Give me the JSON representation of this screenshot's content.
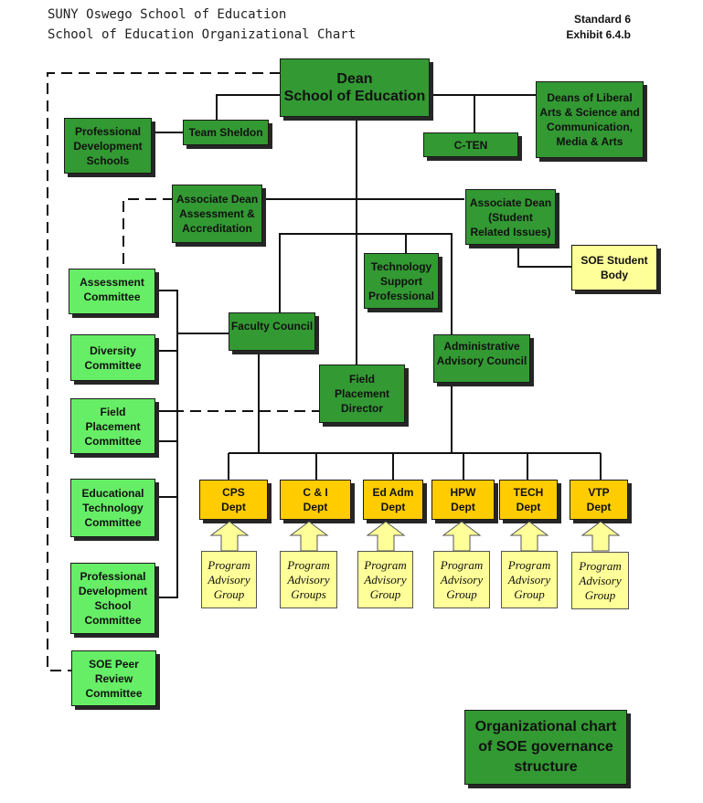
{
  "header": {
    "line1": "SUNY Oswego School of Education",
    "line2": "School of Education Organizational Chart",
    "standard": "Standard 6",
    "exhibit": "Exhibit 6.4.b"
  },
  "colors": {
    "dark_green": "#339933",
    "light_green": "#66ee66",
    "dept_yellow": "#ffcc00",
    "pale_yellow": "#ffff99"
  },
  "nodes": {
    "dean": "Dean\nSchool of Education",
    "deans_liberal_arts": "Deans of Liberal\nArts & Science and\nCommunication,\nMedia & Arts",
    "prof_dev_schools": "Professional\nDevelopment\nSchools",
    "team_sheldon": "Team Sheldon",
    "c_ten": "C-TEN",
    "assoc_dean_assessment": "Associate Dean\nAssessment &\nAccreditation",
    "assoc_dean_student": "Associate Dean\n(Student\nRelated Issues)",
    "soe_student_body": "SOE Student\nBody",
    "tech_support": "Technology\nSupport\nProfessional",
    "faculty_council": "Faculty Council",
    "admin_advisory": "Administrative\nAdvisory Council",
    "field_placement_director": "Field\nPlacement\nDirector",
    "assessment_committee": "Assessment\nCommittee",
    "diversity_committee": "Diversity\nCommittee",
    "field_placement_committee": "Field\nPlacement\nCommittee",
    "ed_tech_committee": "Educational\nTechnology\nCommittee",
    "pds_committee": "Professional\nDevelopment\nSchool\nCommittee",
    "peer_review_committee": "SOE Peer\nReview\nCommittee"
  },
  "departments": [
    {
      "name": "CPS\nDept",
      "group": "Program\nAdvisory\nGroup"
    },
    {
      "name": "C & I\nDept",
      "group": "Program\nAdvisory\nGroups"
    },
    {
      "name": "Ed Adm\nDept",
      "group": "Program\nAdvisory\nGroup"
    },
    {
      "name": "HPW\nDept",
      "group": "Program\nAdvisory\nGroup"
    },
    {
      "name": "TECH\nDept",
      "group": "Program\nAdvisory\nGroup"
    },
    {
      "name": "VTP\nDept",
      "group": "Program\nAdvisory\nGroup"
    }
  ],
  "caption": "Organizational chart\nof SOE governance\nstructure"
}
